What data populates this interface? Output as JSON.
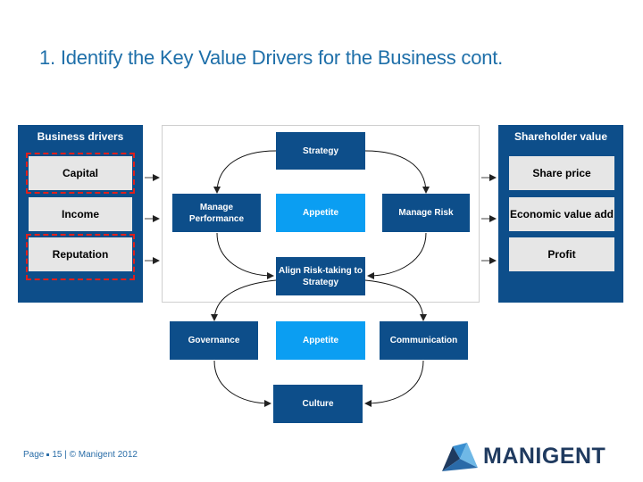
{
  "title": "1. Identify the Key Value Drivers for the Business cont.",
  "business_drivers": {
    "heading": "Business drivers",
    "items": [
      "Capital",
      "Income",
      "Reputation"
    ]
  },
  "shareholder_value": {
    "heading": "Shareholder value",
    "items": [
      "Share price",
      "Economic value add",
      "Profit"
    ]
  },
  "cycle": {
    "strategy": "Strategy",
    "manage_performance": "Manage Performance",
    "appetite_top": "Appetite",
    "manage_risk": "Manage Risk",
    "align": "Align Risk-taking to Strategy",
    "governance": "Governance",
    "appetite_bottom": "Appetite",
    "communication": "Communication",
    "culture": "Culture"
  },
  "footer": {
    "page_label": "Page",
    "page_number": "15",
    "copyright": "| © Manigent 2012"
  },
  "logo": {
    "text": "MANIGENT"
  },
  "colors": {
    "title": "#1e6fa9",
    "dark_blue": "#0d4e8a",
    "light_blue": "#0b9ef2",
    "grey_box": "#e6e6e6",
    "highlight_dash": "#e0201b"
  }
}
